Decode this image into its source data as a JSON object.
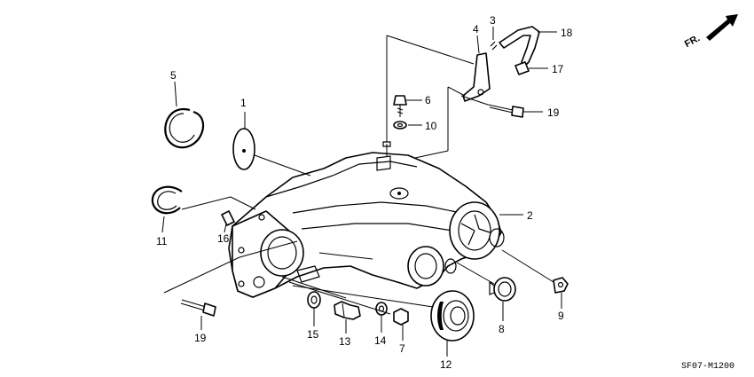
{
  "diagram": {
    "direction_label": "FR.",
    "code": "SF07-M1200",
    "callouts": [
      "1",
      "2",
      "3",
      "4",
      "5",
      "6",
      "7",
      "8",
      "9",
      "10",
      "11",
      "12",
      "13",
      "14",
      "15",
      "16",
      "17",
      "18",
      "19",
      "19"
    ]
  }
}
